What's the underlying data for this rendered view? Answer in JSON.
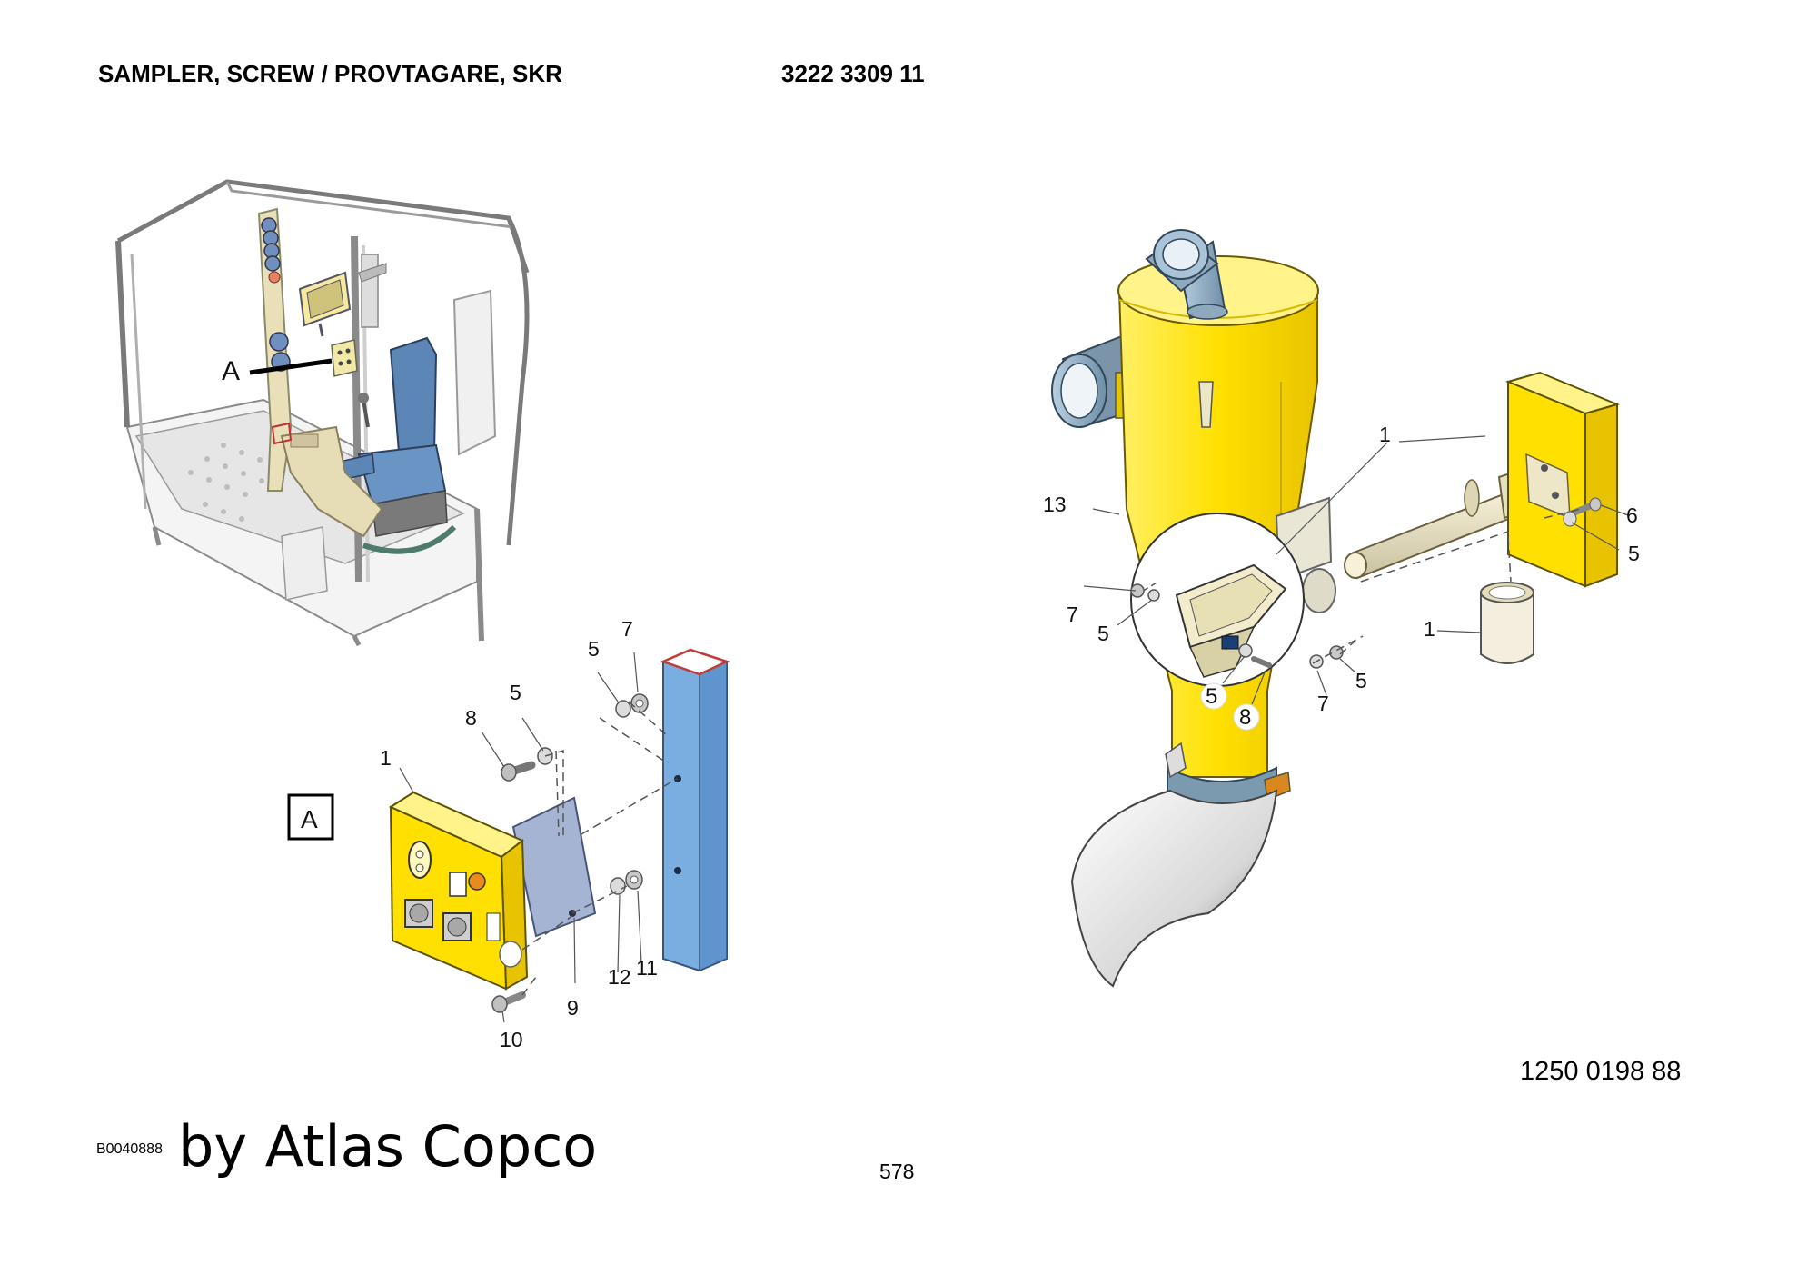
{
  "header": {
    "title": "SAMPLER, SCREW / PROVTAGARE, SKR",
    "part_number": "3222 3309 11"
  },
  "detail_labels": {
    "view_marker": "A",
    "detail_box": "A"
  },
  "callouts_left": [
    "1",
    "5",
    "5",
    "7",
    "8",
    "9",
    "10",
    "11",
    "12"
  ],
  "callouts_right": [
    "1",
    "1",
    "5",
    "5",
    "5",
    "5",
    "6",
    "7",
    "7",
    "8",
    "13"
  ],
  "footer": {
    "drawing_number": "1250 0198 88",
    "drawing_code": "B0040888",
    "tagline": "by Atlas Copco",
    "page_number": "578"
  },
  "colors": {
    "yellow": "#ffe000",
    "blue": "#7aaee0",
    "seat_blue": "#5b86b5",
    "steel": "#a6b4d4",
    "tube": "#ece6c6"
  }
}
